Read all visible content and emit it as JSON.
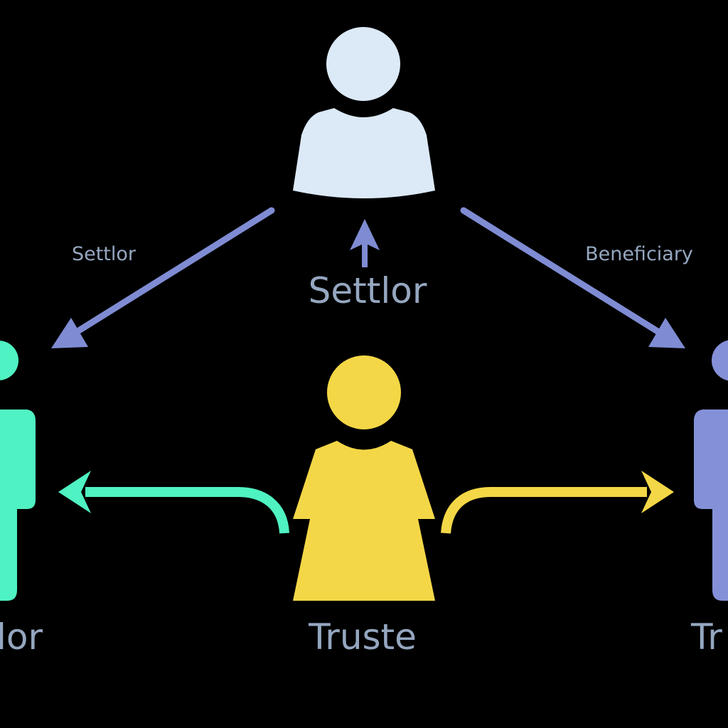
{
  "colors": {
    "background": "#000000",
    "settlor_figure": "#dce9f7",
    "trustee_figure": "#f4d747",
    "left_figure": "#4ff2c2",
    "right_figure": "#8491d9",
    "diagonal_arrows": "#7f8cd3",
    "label_text": "#95a7c0",
    "left_arrow": "#4ff2c2",
    "right_arrow": "#f4d747"
  },
  "figures": {
    "top": {
      "role": "settlor",
      "icon": "person-icon"
    },
    "center": {
      "role": "trustee",
      "icon": "person-dress-icon"
    },
    "left": {
      "role": "partial",
      "icon": "person-icon"
    },
    "right": {
      "role": "partial",
      "icon": "person-icon"
    }
  },
  "labels": {
    "center_top": "Settlor",
    "left_arrow": "Settlor",
    "right_arrow": "Beneficiary",
    "center_bottom": "Truste",
    "left_bottom": "lor",
    "right_bottom": "Tr"
  }
}
